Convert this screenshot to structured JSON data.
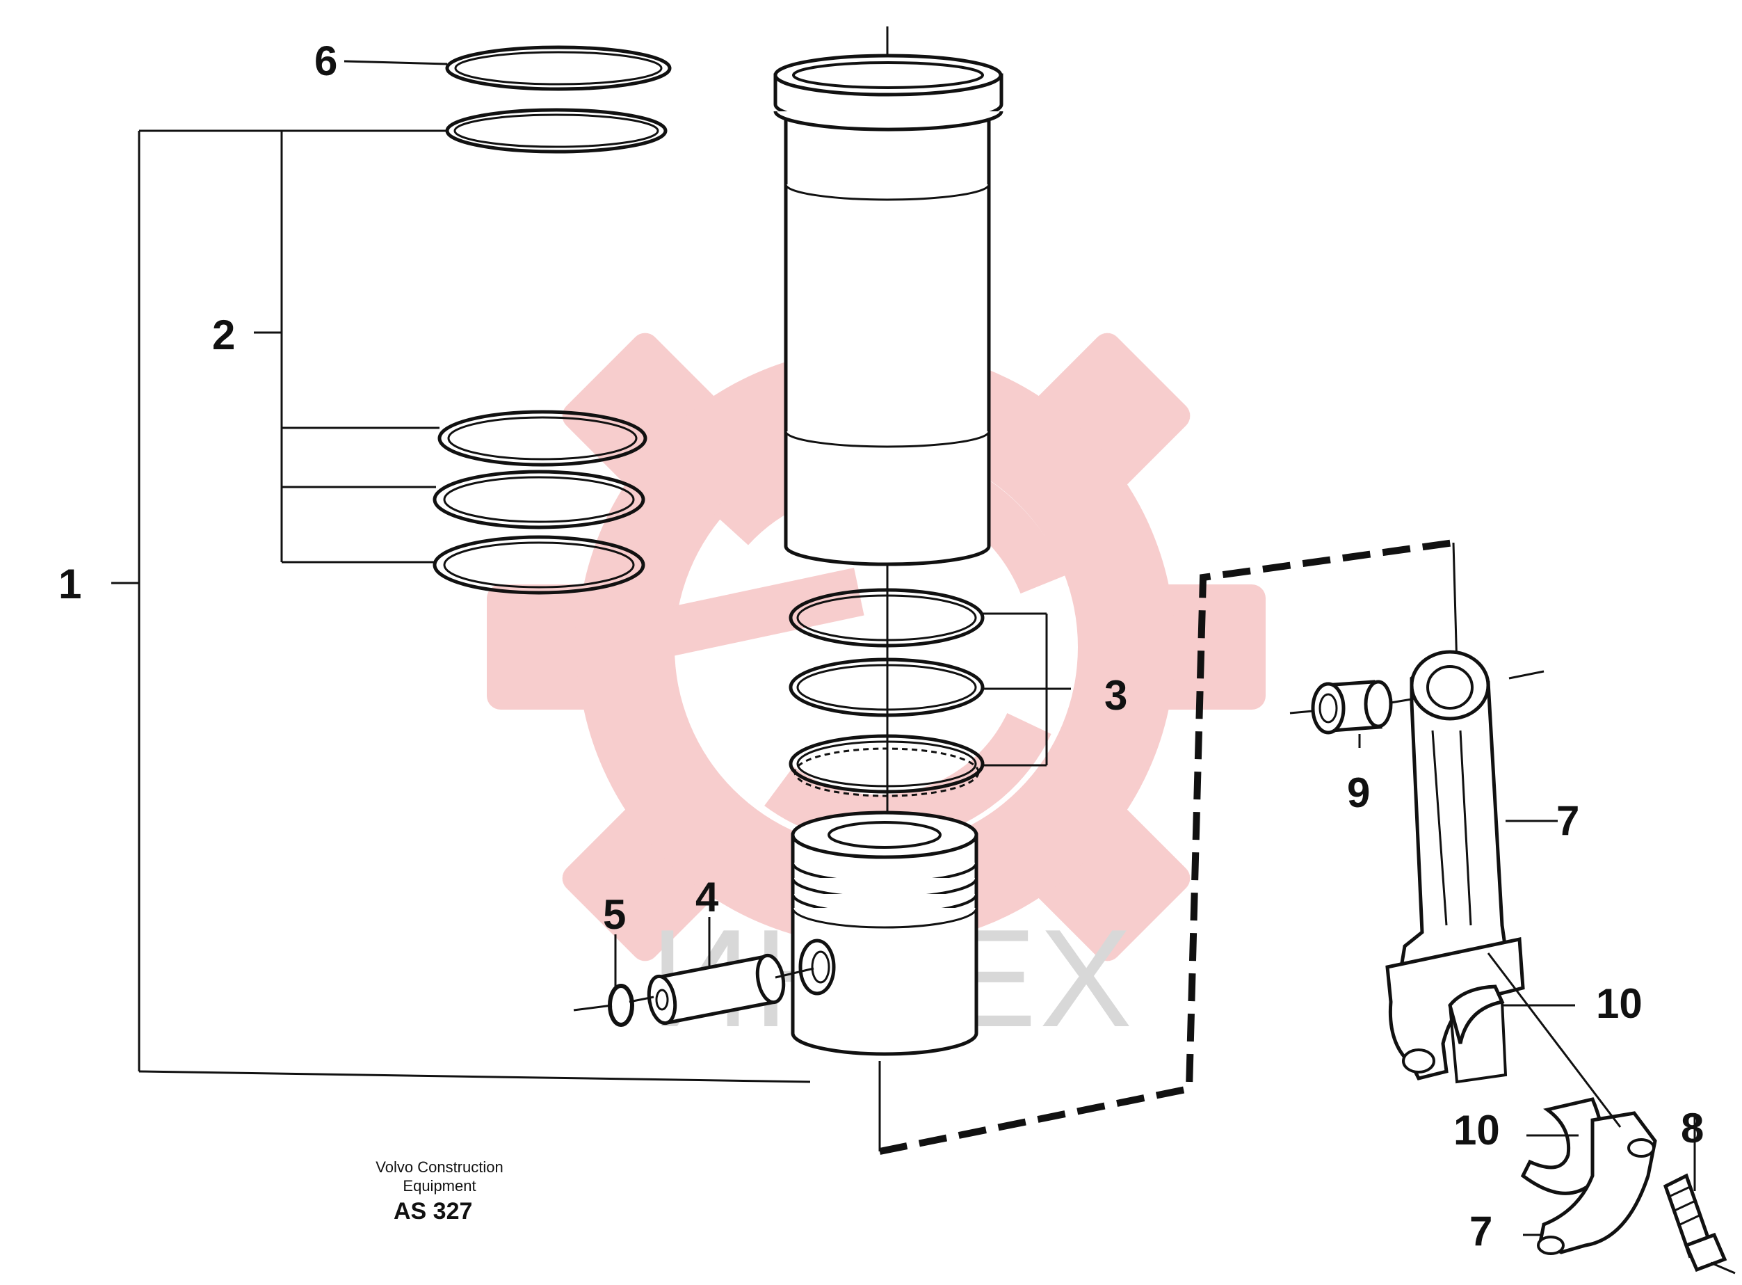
{
  "callouts": {
    "c1": "1",
    "c2": "2",
    "c3": "3",
    "c4": "4",
    "c5": "5",
    "c6": "6",
    "c7a": "7",
    "c7b": "7",
    "c8": "8",
    "c9": "9",
    "c10a": "10",
    "c10b": "10"
  },
  "caption": {
    "line1": "Volvo Construction",
    "line2": "Equipment",
    "code": "AS 327"
  },
  "watermark": {
    "text": "ИНТЕХ",
    "logo_color": "#f6c8c8",
    "text_color": "#d8d8d8"
  },
  "colors": {
    "ink": "#111111"
  }
}
